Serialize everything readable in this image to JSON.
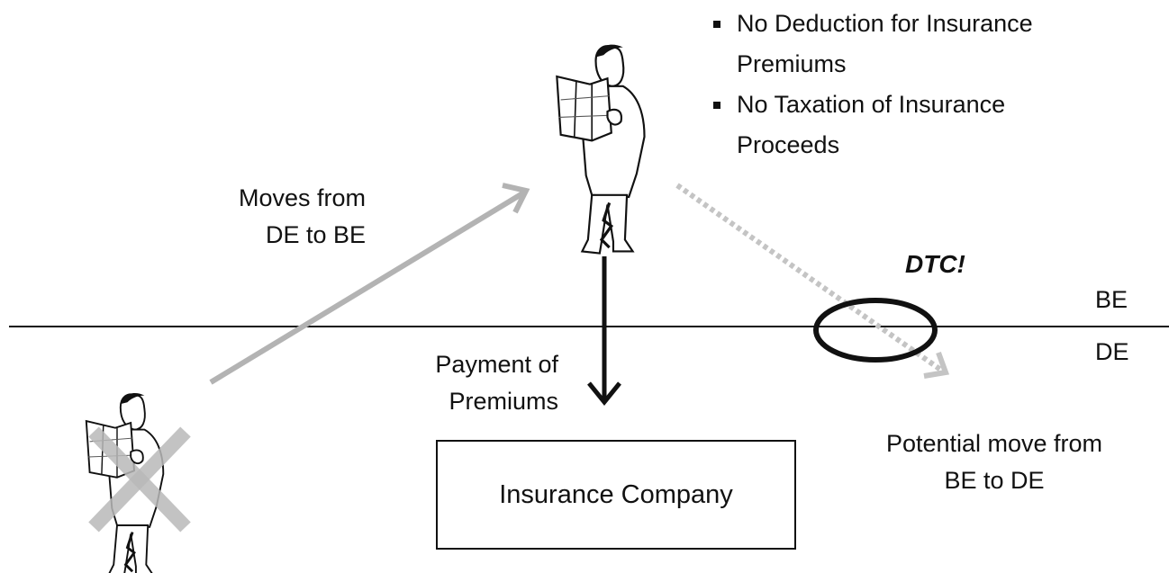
{
  "bullets": [
    {
      "text": "No Deduction for Insurance"
    },
    {
      "text": "Premiums",
      "continuation": true
    },
    {
      "text": "No Taxation of Insurance"
    },
    {
      "text": "Proceeds",
      "continuation": true
    }
  ],
  "labels": {
    "moves_line1": "Moves from",
    "moves_line2": "DE to BE",
    "payment_line1": "Payment of",
    "payment_line2": "Premiums",
    "potential_line1": "Potential move from",
    "potential_line2": "BE to DE",
    "dtc": "DTC!",
    "be": "BE",
    "de": "DE",
    "insurance_company": "Insurance Company"
  },
  "colors": {
    "line": "#111111",
    "grey_arrow": "#b3b3b3",
    "cross": "#b8b8b8"
  },
  "icons": {
    "person_top": "man-reading-map-icon",
    "person_bottom": "man-reading-map-icon",
    "cross": "cross-mark-icon"
  }
}
